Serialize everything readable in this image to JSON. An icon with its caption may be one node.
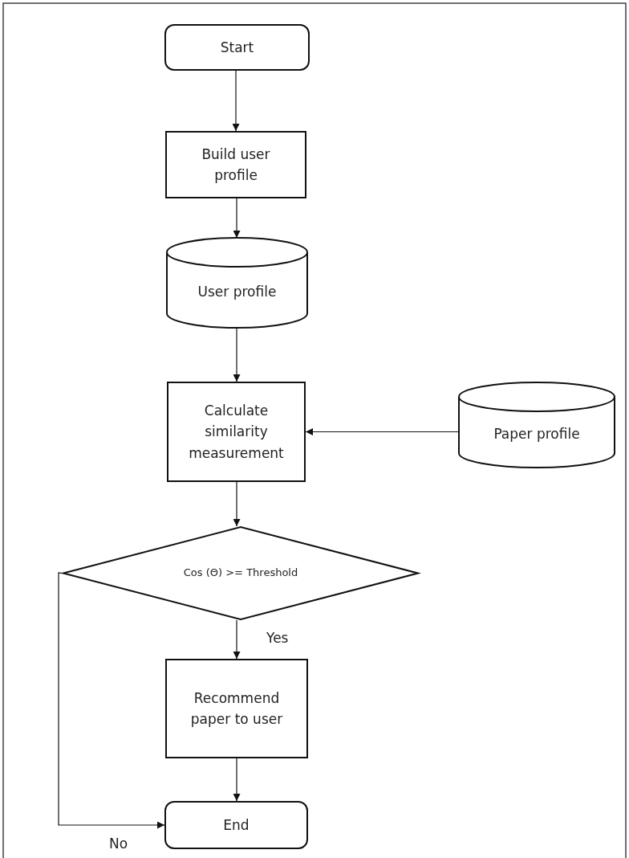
{
  "diagram": {
    "nodes": [
      {
        "text": [
          "Start"
        ]
      },
      {
        "text": [
          "Build user profile"
        ]
      },
      {
        "text": [
          "User profile"
        ]
      },
      {
        "text": [
          "Calculate similarity measurement"
        ]
      },
      {
        "text": [
          "Paper profile"
        ]
      },
      {
        "text": [
          "Cos (Θ) >= Threshold"
        ]
      },
      {
        "text": [
          "Recommend paper to user"
        ]
      },
      {
        "text": [
          "End"
        ]
      }
    ],
    "edges": [
      {
        "from": 0,
        "to": 1,
        "arrow": "to"
      },
      {
        "from": 1,
        "to": 2,
        "arrow": "to"
      },
      {
        "from": 2,
        "to": 3,
        "arrow": "to"
      },
      {
        "from": 4,
        "to": 3,
        "arrow": "to"
      },
      {
        "from": 3,
        "to": 5,
        "arrow": "to"
      },
      {
        "from": 5,
        "to": 6,
        "arrow": "to",
        "label": "Yes"
      },
      {
        "from": 5,
        "to": 7,
        "arrow": "to",
        "label": "No"
      },
      {
        "from": 6,
        "to": 7,
        "arrow": "to"
      }
    ]
  }
}
